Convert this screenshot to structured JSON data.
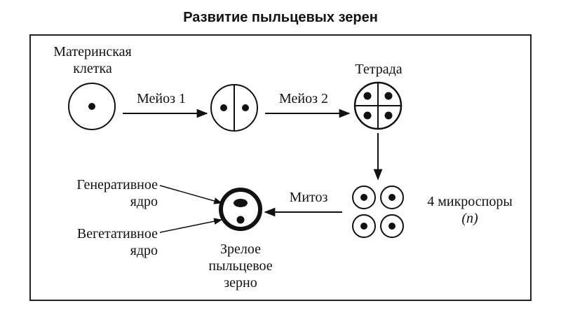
{
  "title": "Развитие пыльцевых зерен",
  "labels": {
    "mother_cell_line1": "Материнская",
    "mother_cell_line2": "клетка",
    "meiosis1": "Мейоз 1",
    "meiosis2": "Мейоз 2",
    "tetrad": "Тетрада",
    "microspores_line1": "4 микроспоры",
    "microspores_line2": "(n)",
    "mitosis": "Митоз",
    "generative_line1": "Генеративное",
    "generative_line2": "ядро",
    "vegetative_line1": "Вегетативное",
    "vegetative_line2": "ядро",
    "pollen_line1": "Зрелое",
    "pollen_line2": "пыльцевое",
    "pollen_line3": "зерно"
  },
  "colors": {
    "ink": "#111111",
    "background": "#ffffff"
  }
}
